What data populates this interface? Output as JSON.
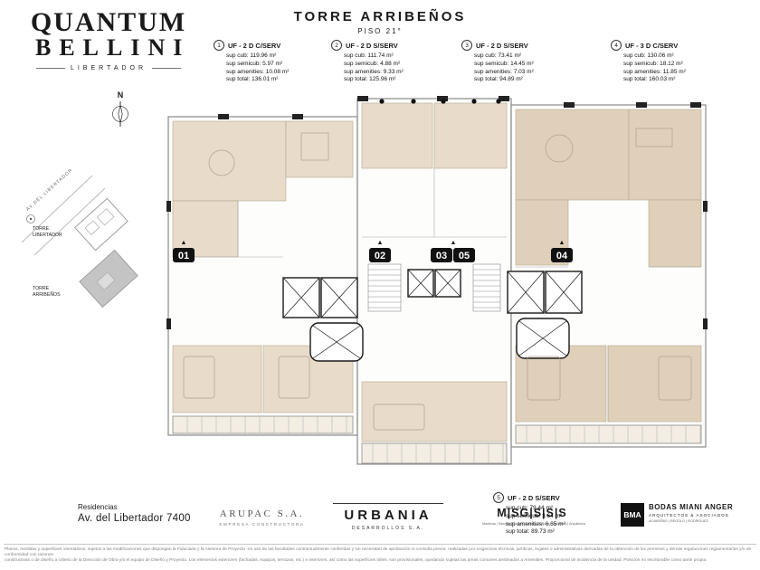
{
  "logo": {
    "line1": "QUANTUM",
    "line2": "BELLINI",
    "tagline": "LIBERTADOR"
  },
  "header": {
    "title": "TORRE ARRIBEÑOS",
    "subtitle": "PISO 21°"
  },
  "compass": {
    "label": "N"
  },
  "site_map": {
    "street": "AV DEL LIBERTADOR",
    "tower_top": "TORRE LIBERTADOR",
    "tower_bottom": "TORRE ARRIBEÑOS"
  },
  "units": [
    {
      "badge": "1",
      "title": "UF - 2 D C/SERV",
      "lines": [
        "sup cub: 119.96 m²",
        "sup semicub: 5.97 m²",
        "sup amenities: 10.08 m²",
        "sup total: 136.01 m²"
      ]
    },
    {
      "badge": "2",
      "title": "UF - 2 D S/SERV",
      "lines": [
        "sup cub: 111.74 m²",
        "sup semicub: 4.88 m²",
        "sup amenities: 9.33 m²",
        "sup total: 125.96 m²"
      ]
    },
    {
      "badge": "3",
      "title": "UF - 2 D S/SERV",
      "lines": [
        "sup cub: 73.41 m²",
        "sup semicub: 14.45 m²",
        "sup amenities: 7.03 m²",
        "sup total: 94.89 m²"
      ]
    },
    {
      "badge": "4",
      "title": "UF - 3 D C/SERV",
      "lines": [
        "sup cub: 130.06 m²",
        "sup semicub: 18.12 m²",
        "sup amenities: 11.85 m²",
        "sup total: 160.03 m²"
      ]
    },
    {
      "badge": "5",
      "title": "UF - 2 D S/SERV",
      "lines": [
        "sup cub: 79.44 m²",
        "sup semicub: 3.64 m²",
        "sup amenities: 6.65 m²",
        "sup total: 89.73 m²"
      ]
    }
  ],
  "plan": {
    "badges": [
      "01",
      "02",
      "03",
      "05",
      "04"
    ],
    "arrow": "▲"
  },
  "footer": {
    "residences": {
      "label": "Residencias",
      "address": "Av. del Libertador  7400"
    },
    "arupac": {
      "name": "ARUPAC S.A.",
      "tagline": "EMPRESA CONSTRUCTORA"
    },
    "urbania": {
      "name": "URBANIA",
      "tagline": "DESARROLLOS S.A."
    },
    "msgsss": {
      "name": "M|SG|S|S|S",
      "tagline": "Manteola | Sánchez Gómez | Santos | Solsona | Sallaberry | Arquitectos"
    },
    "bma": {
      "abbr": "BMA",
      "name": "BODAS MIANI ANGER",
      "tagline": "ARQUITECTOS & ASOCIADOS",
      "partners": "ALVARIÑAS | RÉGOLO | RODRÍGUEZ"
    }
  },
  "disclaimer": {
    "line1": "Planos, medidas y superficies orientativos, sujetos a las modificaciones que dispongan la Fiduciaria y la Asesora de Proyecto -en uso de las facultades contractualmente conferidas y sin necesidad de aprobación ni consulta previa- realizadas por exigencias técnicas, jurídicas, legales o administrativas derivadas de la obtención de los permisos y demás regulaciones reglamentarias y/o de conformidad con razones",
    "line2": "constructivas o de diseño a criterio de la Dirección de Obra y/o el equipo de Diseño y Proyecto. Los elementos exteriores (fachadas, equipos, terrazas, etc.) e interiores, así como las superficies útiles, son provisionales, quedando sujetas las áreas comunes destinadas a Amenities. Proporcional de incidencia de la unidad. Posición no escriturable como parte propia."
  }
}
